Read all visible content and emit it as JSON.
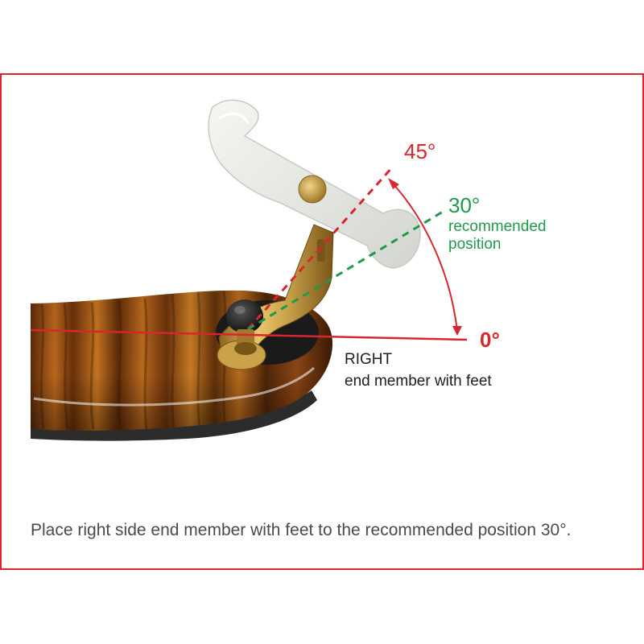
{
  "labels": {
    "angle_45": "45°",
    "angle_30": "30°",
    "recommended_line1": "recommended",
    "recommended_line2": "position",
    "angle_0": "0°",
    "right_title": "RIGHT",
    "right_desc": "end member with feet"
  },
  "caption": "Place right side end member with feet to the recommended position 30°.",
  "colors": {
    "frame_border": "#d9262e",
    "angle_red": "#d9262e",
    "angle_green": "#1f9a4a",
    "wood_base": "#8a4a14",
    "brass": "#c9a24a"
  }
}
